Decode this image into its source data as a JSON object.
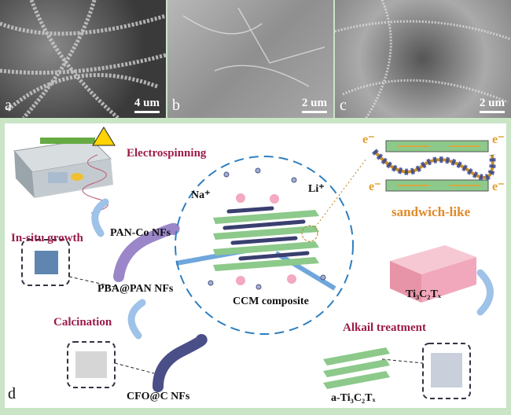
{
  "panels": [
    {
      "label": "a",
      "scale": "4 um"
    },
    {
      "label": "b",
      "scale": "2 um"
    },
    {
      "label": "c",
      "scale": "2 um"
    }
  ],
  "diagram": {
    "panel_label": "d",
    "steps": {
      "electrospinning": "Electrospinning",
      "insitu": "In-situ growth",
      "calcination": "Calcination",
      "alkali": "Alkail treatment"
    },
    "materials": {
      "pan_co": "PAN-Co NFs",
      "pba_pan": "PBA@PAN NFs",
      "cfo_c": "CFO@C NFs",
      "ti3c2tx": "Ti₃C₂Tₓ",
      "a_ti3c2tx": "a-Ti₃C₂Tₓ",
      "ccm": "CCM composite"
    },
    "ions": {
      "na": "Na⁺",
      "li": "Li⁺"
    },
    "electron": "e⁻",
    "sandwich": "sandwich-like"
  },
  "colors": {
    "bg": "#c9e5c6",
    "step": "#9b1b4a",
    "sandwich": "#e08a2a",
    "arrow": "#7fb0e0",
    "dash": "#2f7fc0"
  }
}
